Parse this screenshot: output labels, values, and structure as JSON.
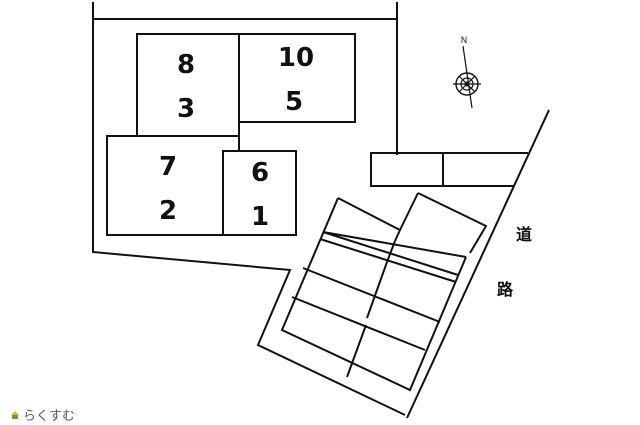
{
  "buildings": [
    {
      "id": "b8",
      "lines": [
        "8",
        "3"
      ]
    },
    {
      "id": "b10",
      "lines": [
        "10",
        "5"
      ]
    },
    {
      "id": "b7",
      "lines": [
        "7",
        "2"
      ]
    },
    {
      "id": "b6",
      "lines": [
        "6",
        "1"
      ]
    }
  ],
  "road": {
    "chars": [
      "道",
      "路"
    ]
  },
  "compass": {
    "north": "N"
  },
  "brand": {
    "name": "らくすむ"
  },
  "colors": {
    "line": "#111111",
    "background": "#ffffff",
    "brand_text": "#555555",
    "brand_icon_yellow": "#e8b923",
    "brand_icon_green": "#6b9a3b"
  }
}
